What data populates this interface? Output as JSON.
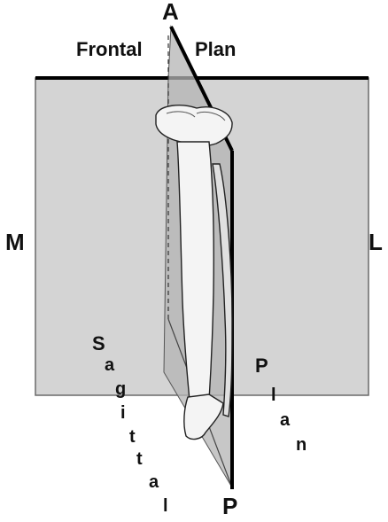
{
  "labels": {
    "anterior": "A",
    "posterior": "P",
    "medial": "M",
    "lateral": "L",
    "frontal_word": "Frontal",
    "plan_word_top": "Plan",
    "sagittal_letters": [
      "S",
      "a",
      "g",
      "i",
      "t",
      "t",
      "a",
      "l"
    ],
    "plan_letters_side": [
      "P",
      "l",
      "a",
      "n"
    ]
  },
  "colors": {
    "frontal_plane_fill": "#d4d4d4",
    "sagittal_plane_fill": "#b4b4b4",
    "outline": "#000000",
    "bone_fill": "#f4f4f4"
  }
}
